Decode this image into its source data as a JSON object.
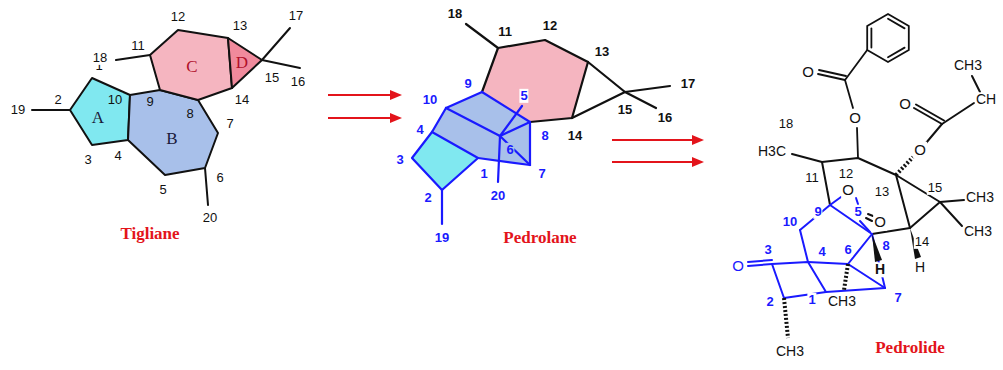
{
  "diagram": {
    "nodes": [
      {
        "text": [
          "A"
        ]
      },
      {
        "text": [
          "B"
        ]
      },
      {
        "text": [
          "C"
        ]
      },
      {
        "text": [
          "D"
        ]
      }
    ],
    "labels": [
      "1",
      "2",
      "3",
      "4",
      "5",
      "6",
      "7",
      "8",
      "9",
      "10",
      "11",
      "12",
      "13",
      "14",
      "15",
      "16",
      "17",
      "18",
      "19",
      "20",
      "Tigliane",
      "18",
      "11",
      "12",
      "13",
      "17",
      "15",
      "16",
      "14",
      "9",
      "10",
      "5",
      "8",
      "6",
      "4",
      "3",
      "1",
      "7",
      "2",
      "20",
      "19",
      "Pedrolane",
      "O",
      "O",
      "CH3",
      "CH",
      "O",
      "O",
      "18",
      "H3C",
      "11",
      "12",
      "13",
      "15",
      "CH3",
      "CH3",
      "9",
      "O",
      "5",
      "O",
      "10",
      "8",
      "3",
      "O",
      "4",
      "6",
      "CH3",
      "7",
      "H",
      "14",
      "H",
      "1",
      "2",
      "CH3",
      "Pedrolide"
    ]
  }
}
